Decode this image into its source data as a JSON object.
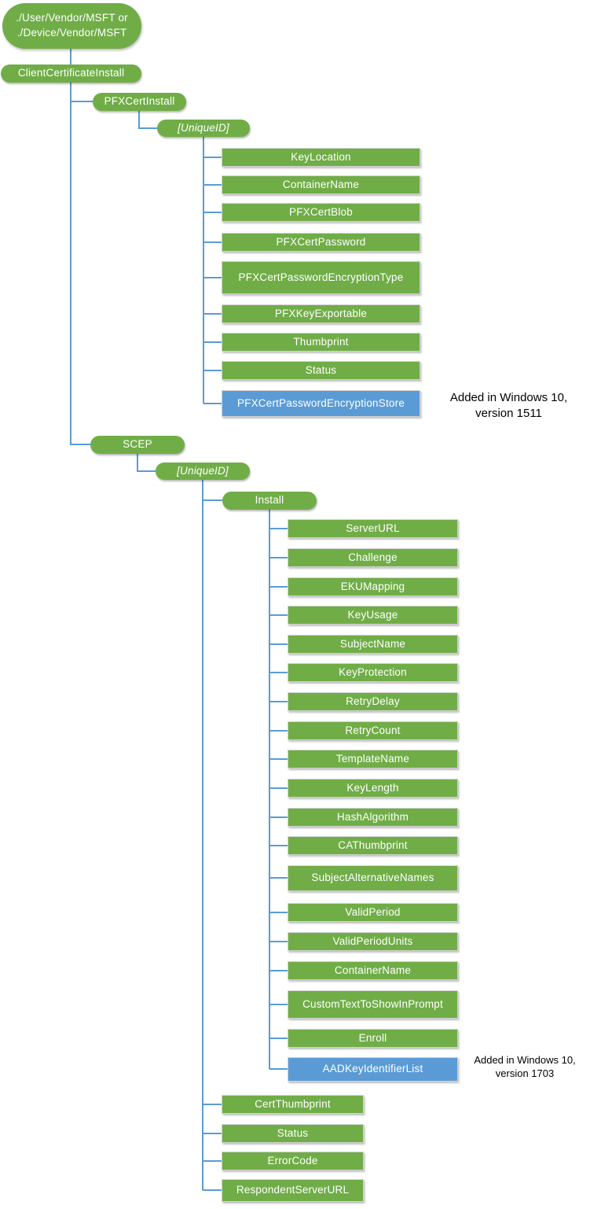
{
  "diagram": {
    "colors": {
      "node_green": "#70AD47",
      "node_blue": "#5B9BD5",
      "connector_blue": "#5B9BD5",
      "node_text": "#FFFFFF",
      "annotation_text": "#000000"
    },
    "nodes": [
      {
        "id": "root",
        "label": "./User/Vendor/MSFT or\n./Device/Vendor/MSFT",
        "kind": "root",
        "color": "green"
      },
      {
        "id": "client-certificate-install",
        "label": "ClientCertificateInstall",
        "kind": "branch",
        "color": "green"
      },
      {
        "id": "pfx-cert-install",
        "label": "PFXCertInstall",
        "kind": "branch",
        "color": "green"
      },
      {
        "id": "pfx-unique-id",
        "label": "[UniqueID]",
        "kind": "branch",
        "color": "green",
        "italic": true
      },
      {
        "id": "key-location",
        "label": "KeyLocation",
        "kind": "leaf",
        "color": "green"
      },
      {
        "id": "pfx-container-name",
        "label": "ContainerName",
        "kind": "leaf",
        "color": "green"
      },
      {
        "id": "pfx-cert-blob",
        "label": "PFXCertBlob",
        "kind": "leaf",
        "color": "green"
      },
      {
        "id": "pfx-cert-password",
        "label": "PFXCertPassword",
        "kind": "leaf",
        "color": "green"
      },
      {
        "id": "pfx-cert-password-encryption-type",
        "label": "PFXCertPasswordEncryptionType",
        "kind": "leaf",
        "color": "green"
      },
      {
        "id": "pfx-key-exportable",
        "label": "PFXKeyExportable",
        "kind": "leaf",
        "color": "green"
      },
      {
        "id": "thumbprint",
        "label": "Thumbprint",
        "kind": "leaf",
        "color": "green"
      },
      {
        "id": "pfx-status",
        "label": "Status",
        "kind": "leaf",
        "color": "green"
      },
      {
        "id": "pfx-cert-password-encryption-store",
        "label": "PFXCertPasswordEncryptionStore",
        "kind": "leaf",
        "color": "blue"
      },
      {
        "id": "scep",
        "label": "SCEP",
        "kind": "branch",
        "color": "green"
      },
      {
        "id": "scep-unique-id",
        "label": "[UniqueID]",
        "kind": "branch",
        "color": "green",
        "italic": true
      },
      {
        "id": "install",
        "label": "Install",
        "kind": "branch",
        "color": "green"
      },
      {
        "id": "server-url",
        "label": "ServerURL",
        "kind": "leaf",
        "color": "green"
      },
      {
        "id": "challenge",
        "label": "Challenge",
        "kind": "leaf",
        "color": "green"
      },
      {
        "id": "eku-mapping",
        "label": "EKUMapping",
        "kind": "leaf",
        "color": "green"
      },
      {
        "id": "key-usage",
        "label": "KeyUsage",
        "kind": "leaf",
        "color": "green"
      },
      {
        "id": "subject-name",
        "label": "SubjectName",
        "kind": "leaf",
        "color": "green"
      },
      {
        "id": "key-protection",
        "label": "KeyProtection",
        "kind": "leaf",
        "color": "green"
      },
      {
        "id": "retry-delay",
        "label": "RetryDelay",
        "kind": "leaf",
        "color": "green"
      },
      {
        "id": "retry-count",
        "label": "RetryCount",
        "kind": "leaf",
        "color": "green"
      },
      {
        "id": "template-name",
        "label": "TemplateName",
        "kind": "leaf",
        "color": "green"
      },
      {
        "id": "key-length",
        "label": "KeyLength",
        "kind": "leaf",
        "color": "green"
      },
      {
        "id": "hash-algorithm",
        "label": "HashAlgorithm",
        "kind": "leaf",
        "color": "green"
      },
      {
        "id": "ca-thumbprint",
        "label": "CAThumbprint",
        "kind": "leaf",
        "color": "green"
      },
      {
        "id": "subject-alternative-names",
        "label": "SubjectAlternativeNames",
        "kind": "leaf",
        "color": "green"
      },
      {
        "id": "valid-period",
        "label": "ValidPeriod",
        "kind": "leaf",
        "color": "green"
      },
      {
        "id": "valid-period-units",
        "label": "ValidPeriodUnits",
        "kind": "leaf",
        "color": "green"
      },
      {
        "id": "scep-container-name",
        "label": "ContainerName",
        "kind": "leaf",
        "color": "green"
      },
      {
        "id": "custom-text-to-show-in-prompt",
        "label": "CustomTextToShowInPrompt",
        "kind": "leaf",
        "color": "green"
      },
      {
        "id": "enroll",
        "label": "Enroll",
        "kind": "leaf",
        "color": "green"
      },
      {
        "id": "aad-key-identifier-list",
        "label": "AADKeyIdentifierList",
        "kind": "leaf",
        "color": "blue"
      },
      {
        "id": "cert-thumbprint",
        "label": "CertThumbprint",
        "kind": "leaf",
        "color": "green"
      },
      {
        "id": "scep-status",
        "label": "Status",
        "kind": "leaf",
        "color": "green"
      },
      {
        "id": "error-code",
        "label": "ErrorCode",
        "kind": "leaf",
        "color": "green"
      },
      {
        "id": "respondent-server-url",
        "label": "RespondentServerURL",
        "kind": "leaf",
        "color": "green"
      }
    ],
    "annotations": [
      {
        "id": "version-1511",
        "label": "Added in Windows 10,\nversion 1511"
      },
      {
        "id": "version-1703",
        "label": "Added in Windows 10,\nversion 1703"
      }
    ]
  }
}
